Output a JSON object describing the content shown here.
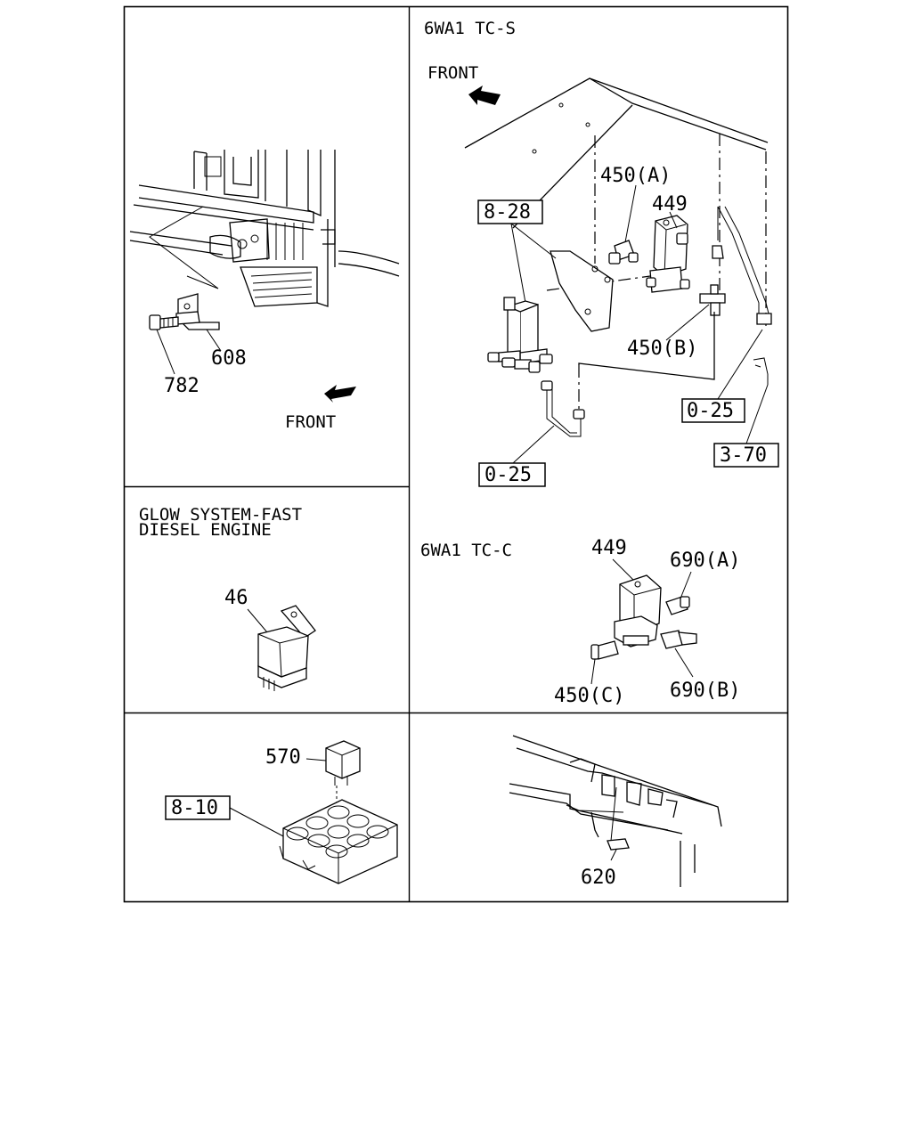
{
  "panels": {
    "top_left": {
      "callouts": {
        "bracket": "608",
        "bolt": "782"
      },
      "direction": "FRONT"
    },
    "top_right": {
      "variant": "6WA1  TC-S",
      "direction": "FRONT",
      "callouts": {
        "valve_a": "450(A)",
        "solenoid": "449",
        "valve_b": "450(B)"
      },
      "refs": {
        "bracket_ref": "8-28",
        "hose_ref_right": "0-25",
        "hose_ref_bottom": "0-25",
        "pipe_ref": "3-70"
      }
    },
    "middle_left": {
      "heading_line1": "GLOW SYSTEM-FAST",
      "heading_line2": "DIESEL ENGINE",
      "callouts": {
        "relay": "46"
      }
    },
    "middle_right": {
      "variant": "6WA1  TC-C",
      "callouts": {
        "solenoid": "449",
        "fitting_a": "690(A)",
        "fitting_b": "690(B)",
        "valve_c": "450(C)"
      }
    },
    "bottom_left": {
      "callouts": {
        "relay": "570"
      },
      "refs": {
        "relay_box_ref": "8-10"
      }
    },
    "bottom_right": {
      "callouts": {
        "switch": "620"
      }
    }
  }
}
